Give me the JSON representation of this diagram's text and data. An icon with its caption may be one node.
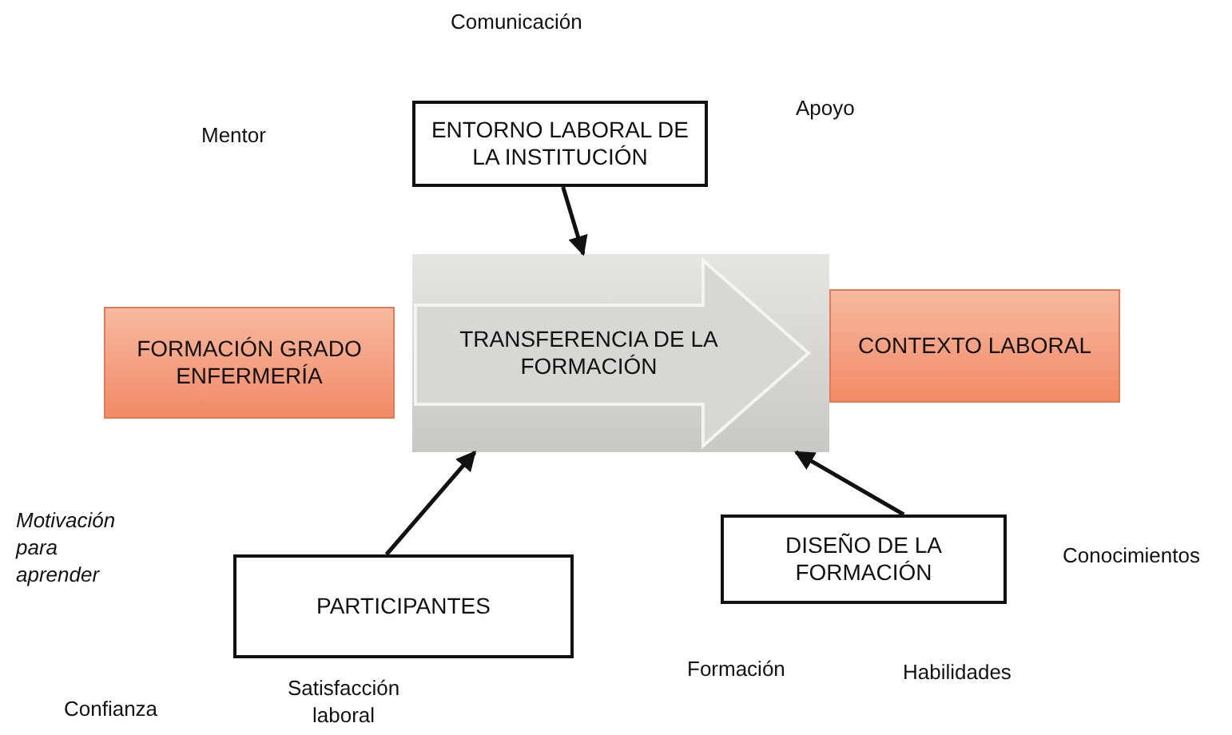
{
  "diagram": {
    "nodes": [
      {
        "text": [
          "ENTORNO LABORAL DE LA INSTITUCIÓN"
        ]
      },
      {
        "text": [
          "FORMACIÓN GRADO ENFERMERÍA"
        ]
      },
      {
        "text": [
          "TRANSFERENCIA DE LA FORMACIÓN"
        ]
      },
      {
        "text": [
          "CONTEXTO LABORAL"
        ]
      },
      {
        "text": [
          "DISEÑO DE LA FORMACIÓN"
        ]
      },
      {
        "text": [
          "PARTICIPANTES"
        ]
      }
    ],
    "edges": [
      {
        "from": 0,
        "to": 2,
        "arrow": "to"
      },
      {
        "from": 5,
        "to": 2,
        "arrow": "to"
      },
      {
        "from": 4,
        "to": 2,
        "arrow": "to"
      }
    ],
    "labels": [
      "Comunicación",
      "Apoyo",
      "Mentor",
      "Motivación para aprender",
      "Conocimientos",
      "Formación",
      "Habilidades",
      "Confianza",
      "Satisfacción laboral"
    ]
  }
}
